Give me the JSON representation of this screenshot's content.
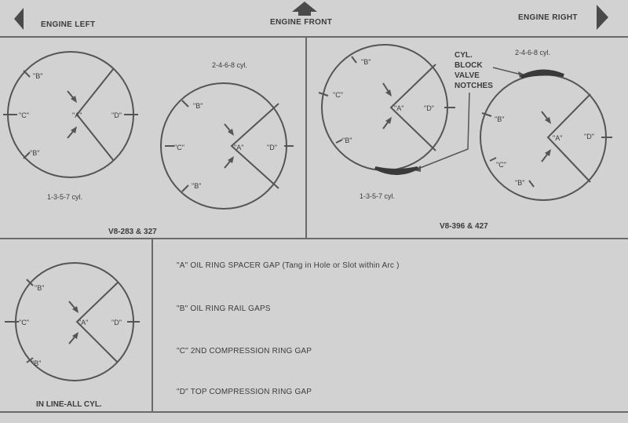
{
  "header": {
    "engine_left": "ENGINE LEFT",
    "engine_front": "ENGINE FRONT",
    "engine_right": "ENGINE RIGHT"
  },
  "panels": {
    "v8_283_327": {
      "caption": "V8-283 & 327",
      "label_1357": "1-3-5-7 cyl.",
      "label_2468": "2-4-6-8 cyl."
    },
    "v8_396_427": {
      "caption": "V8-396 & 427",
      "label_1357": "1-3-5-7 cyl.",
      "label_2468": "2-4-6-8 cyl.",
      "notch_label": [
        "CYL.",
        "BLOCK",
        "VALVE",
        "NOTCHES"
      ]
    },
    "inline": {
      "caption": "IN LINE-ALL CYL."
    }
  },
  "ring_labels": {
    "a": "\"A\"",
    "b": "\"B\"",
    "c": "\"C\"",
    "d": "\"D\""
  },
  "legend": [
    "\"A\"  OIL RING SPACER GAP (Tang in Hole or Slot within Arc )",
    "\"B\"  OIL RING RAIL GAPS",
    "\"C\"  2ND COMPRESSION RING GAP",
    "\"D\"  TOP COMPRESSION RING GAP"
  ],
  "colors": {
    "background": "#d2d2d2",
    "line": "#555555",
    "notch": "#3a3a3a"
  }
}
